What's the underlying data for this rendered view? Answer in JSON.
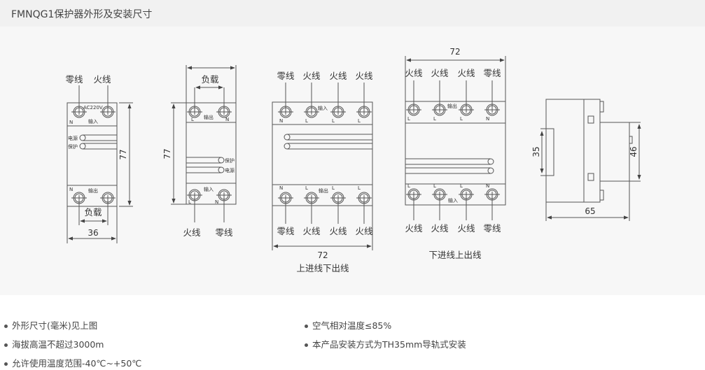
{
  "title": "FMNQG1保护器外形及安装尺寸",
  "diagram1": {
    "top_left": "零线",
    "top_right": "火线",
    "ac": "AC220V",
    "in": "输入",
    "out": "输出",
    "power": "电源",
    "protect": "保护",
    "load": "负载",
    "width": "36",
    "height": "77",
    "N_top": "N",
    "N_bot": "N"
  },
  "diagram2": {
    "load": "负载",
    "height": "77",
    "out": "输出",
    "in": "输入",
    "protect": "保护",
    "power": "电源",
    "bottom_left": "火线",
    "bottom_right": "零线",
    "L_top": "L",
    "N_top": "N",
    "L_bot": "L",
    "N_bot": "N"
  },
  "diagram3": {
    "top": [
      "零线",
      "火线",
      "火线",
      "火线"
    ],
    "bottom": [
      "零线",
      "火线",
      "火线",
      "火线"
    ],
    "top_marks": [
      "N",
      "L",
      "L",
      "L"
    ],
    "bottom_marks": [
      "N",
      "L",
      "L",
      "L"
    ],
    "in": "输入",
    "out": "输出",
    "width": "72",
    "caption": "上进线下出线"
  },
  "diagram4": {
    "top": [
      "火线",
      "火线",
      "火线",
      "零线"
    ],
    "bottom": [
      "火线",
      "火线",
      "火线",
      "零线"
    ],
    "top_marks": [
      "L",
      "L",
      "L",
      "N"
    ],
    "bottom_marks": [
      "L",
      "L",
      "L",
      "N"
    ],
    "in": "输入",
    "out": "输出",
    "width": "72",
    "caption": "下进线上出线"
  },
  "diagram5": {
    "rail": "35",
    "depth": "46",
    "length": "65"
  },
  "specs": [
    "外形尺寸(毫米)见上图",
    "空气相对温度≤85%",
    "海拔高温不超过3000m",
    "本产品安装方式为TH35mm导轨式安装",
    "允许使用温度范围-40℃~+50℃"
  ]
}
